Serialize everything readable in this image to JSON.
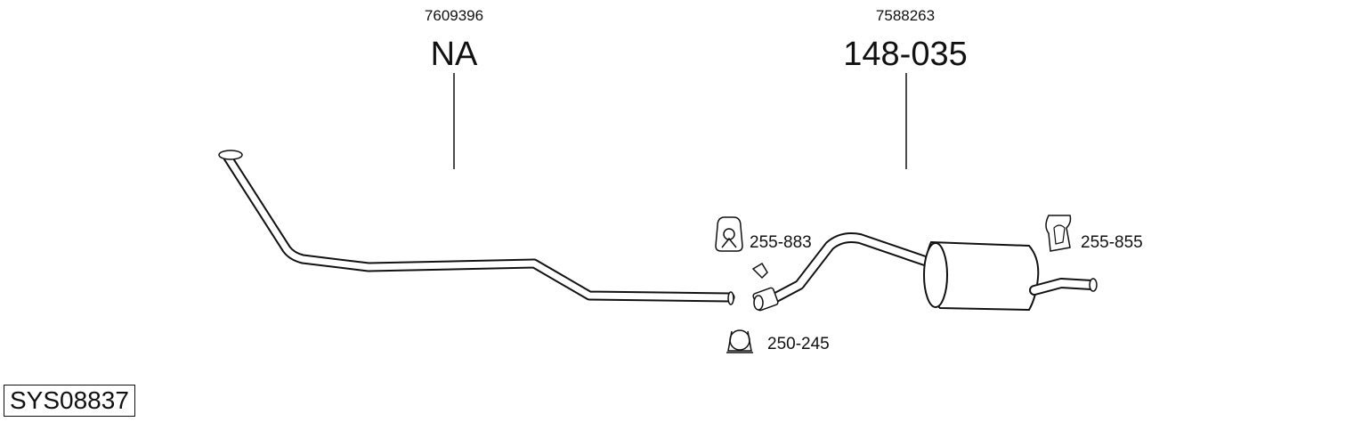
{
  "sections": [
    {
      "oe_number": "7609396",
      "part_number": "NA"
    },
    {
      "oe_number": "7588263",
      "part_number": "148-035"
    }
  ],
  "parts": {
    "rubber_mount_front": "255-883",
    "rubber_mount_rear": "255-855",
    "clamp": "250-245"
  },
  "system_code": "SYS08837",
  "icons": [
    "rubber-mount-icon",
    "clamp-icon",
    "bracket-icon"
  ]
}
